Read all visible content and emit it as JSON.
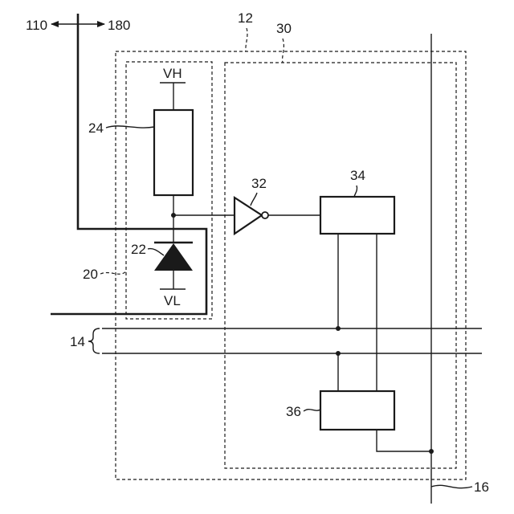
{
  "labels": {
    "ref_110": "110",
    "ref_180": "180",
    "ref_12": "12",
    "ref_30": "30",
    "ref_vh": "VH",
    "ref_24": "24",
    "ref_32": "32",
    "ref_34": "34",
    "ref_22": "22",
    "ref_20": "20",
    "ref_vl": "VL",
    "ref_14": "14",
    "ref_36": "36",
    "ref_16": "16"
  }
}
